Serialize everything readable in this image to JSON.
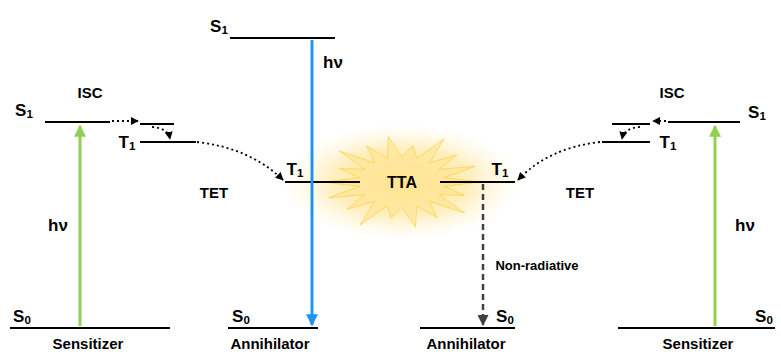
{
  "diagram": {
    "labels": [
      "S1",
      "hν",
      "ISC",
      "ISC",
      "S1",
      "S1",
      "T1",
      "T1",
      "T1",
      "T1",
      "TET",
      "TTA",
      "TET",
      "hν",
      "hν",
      "Non-radiative",
      "S0",
      "S0",
      "S0",
      "S0",
      "Sensitizer",
      "Annihilator",
      "Annihilator",
      "Sensitizer"
    ]
  }
}
